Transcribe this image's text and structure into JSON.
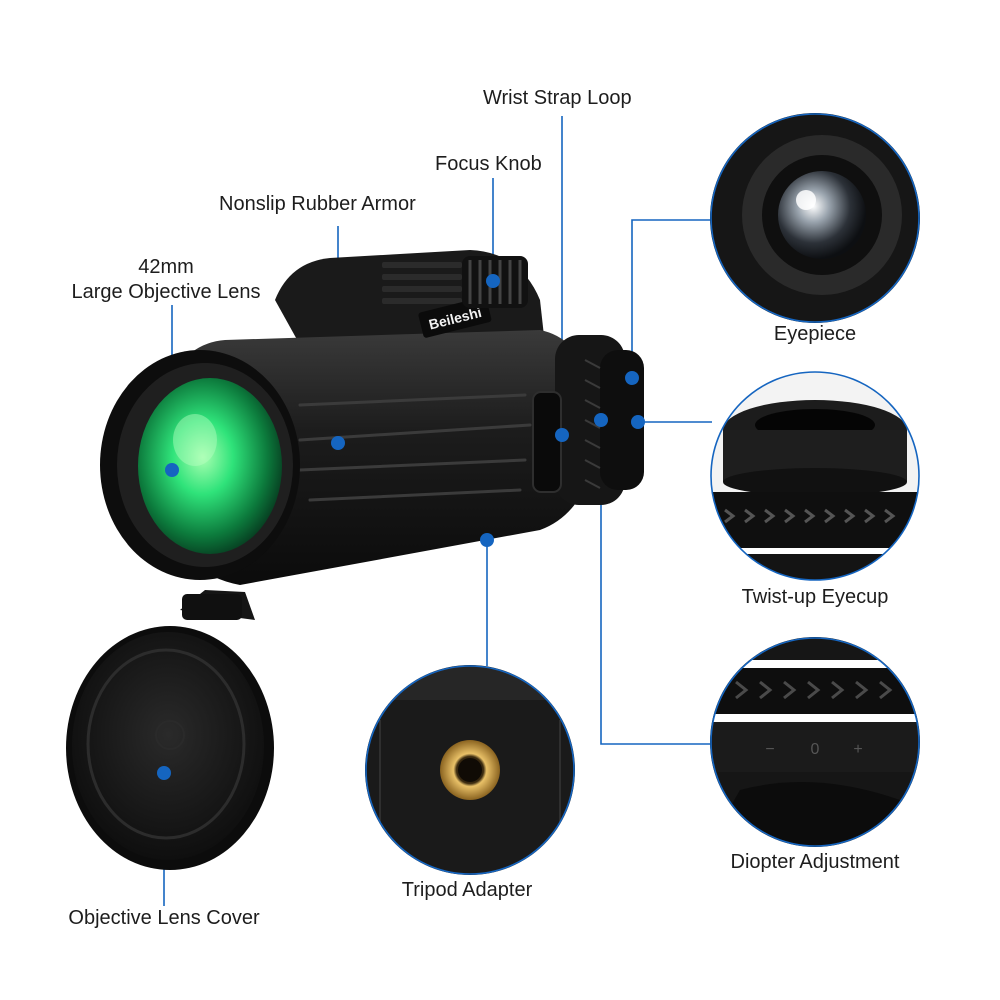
{
  "colors": {
    "accent": "#1565c0",
    "body": "#1b1b1b",
    "lens_green": "#2fe37a",
    "brass": "#c79a3e"
  },
  "brand": "Beileshi",
  "labels": {
    "wrist_strap_loop": "Wrist Strap Loop",
    "focus_knob": "Focus Knob",
    "nonslip_rubber_armor": "Nonslip Rubber Armor",
    "objective_lens_size": "42mm",
    "objective_lens": "Large Objective Lens",
    "eyepiece": "Eyepiece",
    "twist_up_eyecup": "Twist-up Eyecup",
    "diopter_adjustment": "Diopter Adjustment",
    "tripod_adapter": "Tripod Adapter",
    "objective_lens_cover": "Objective Lens Cover"
  },
  "diopter_scale": {
    "minus": "−",
    "zero": "0",
    "plus": "+"
  }
}
